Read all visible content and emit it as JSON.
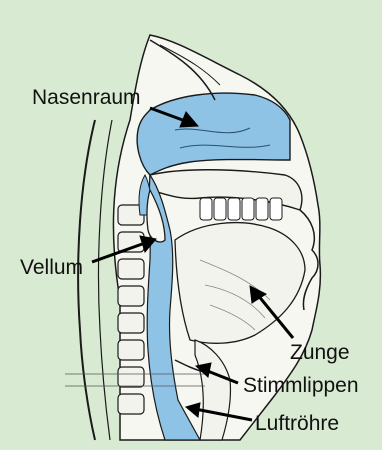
{
  "labels": {
    "nasenraum": "Nasenraum",
    "vellum": "Vellum",
    "zunge": "Zunge",
    "stimmlippen": "Stimmlippen",
    "luftroehre": "Luftröhre"
  },
  "colors": {
    "background": "#d8ebd2",
    "airway": "#8fc3e6",
    "tissue": "#ffffff",
    "line": "#1a1a1a"
  }
}
